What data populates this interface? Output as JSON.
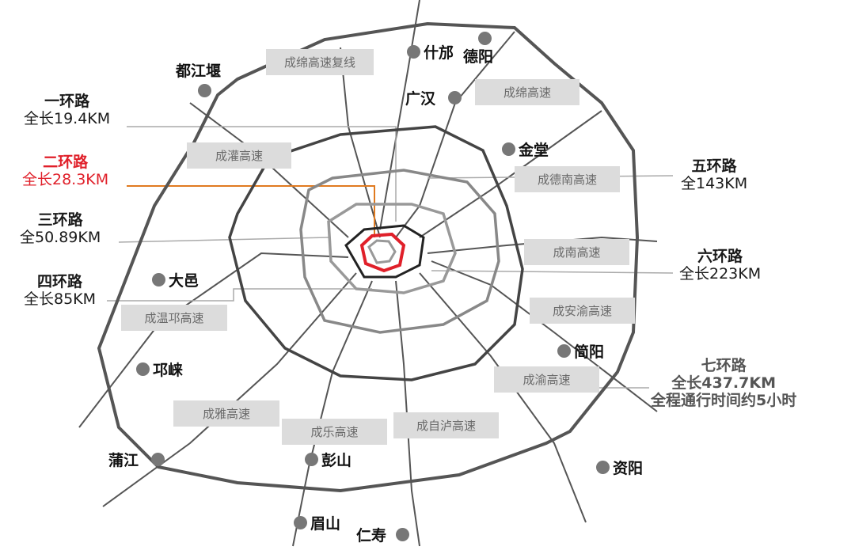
{
  "rings": [
    {
      "name": "一环路",
      "length": "全长19.4KM"
    },
    {
      "name": "二环路",
      "length": "全长28.3KM",
      "color": "#e0202a"
    },
    {
      "name": "三环路",
      "length": "全50.89KM"
    },
    {
      "name": "四环路",
      "length": "全长85KM"
    },
    {
      "name": "五环路",
      "length": "全143KM"
    },
    {
      "name": "六环路",
      "length": "全长223KM"
    },
    {
      "name": "七环路",
      "length": "全长437.7KM",
      "note": "全程通行时间约5小时"
    }
  ],
  "highways": [
    "成绵高速复线",
    "成绵高速",
    "成灌高速",
    "成德南高速",
    "成南高速",
    "成安渝高速",
    "成温邛高速",
    "成渝高速",
    "成雅高速",
    "成乐高速",
    "成自泸高速"
  ],
  "cities": [
    "都江堰",
    "什邡",
    "德阳",
    "广汉",
    "金堂",
    "大邑",
    "邛崃",
    "简阳",
    "蒲江",
    "彭山",
    "资阳",
    "眉山",
    "仁寿"
  ],
  "colors": {
    "accent": "#e0202a",
    "leader": "#e07a20",
    "road": "#444444"
  }
}
